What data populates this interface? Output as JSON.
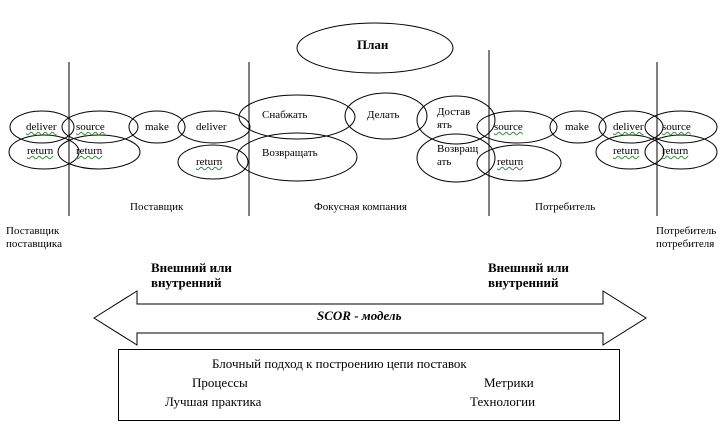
{
  "plan": "План",
  "nodes": {
    "deliver_1": "deliver",
    "source_1": "source",
    "make_1": "make",
    "deliver_2": "deliver",
    "return_1": "return",
    "return_2": "return",
    "return_3": "return",
    "supply": "Снабжать",
    "make_focal": "Делать",
    "deliver_focal": "Достав ять",
    "return_focal": "Возвращать",
    "return_focal_2": "Возвращ ать",
    "source_2": "source",
    "make_2": "make",
    "deliver_3": "deliver",
    "source_3": "source",
    "return_4": "return",
    "return_5": "return",
    "return_6": "return"
  },
  "parties": {
    "supplier_of_supplier": "Поставщик поставщика",
    "supplier": "Поставщик",
    "focal_company": "Фокусная компания",
    "consumer": "Потребитель",
    "consumer_of_consumer": "Потребитель потребителя"
  },
  "external_left": "Внешний или внутренний",
  "external_right": "Внешний или внутренний",
  "arrow_label": "SCOR - модель",
  "box": {
    "title": "Блочный подход к построению цепи поставок",
    "processes": "Процессы",
    "metrics": "Метрики",
    "best_practice": "Лучшая практика",
    "technologies": "Технологии"
  }
}
